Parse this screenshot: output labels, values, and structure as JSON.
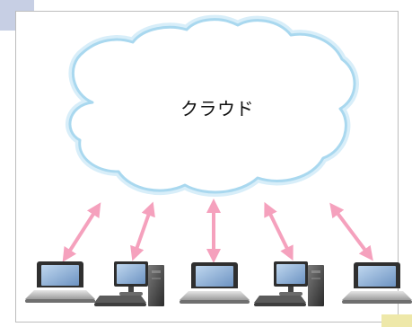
{
  "diagram": {
    "cloud": {
      "label": "クラウド",
      "fill": "#ffffff",
      "stroke": "#a9d8ef",
      "glow": "#d8eef9"
    },
    "arrow_color": "#f5a1bd",
    "devices": [
      {
        "type": "laptop"
      },
      {
        "type": "desktop"
      },
      {
        "type": "laptop"
      },
      {
        "type": "desktop"
      },
      {
        "type": "laptop"
      }
    ],
    "decor": {
      "top_left_tab": "#c7cfe4",
      "bottom_right_tab": "#eee8a9",
      "frame_border": "#bdbdbd"
    }
  }
}
